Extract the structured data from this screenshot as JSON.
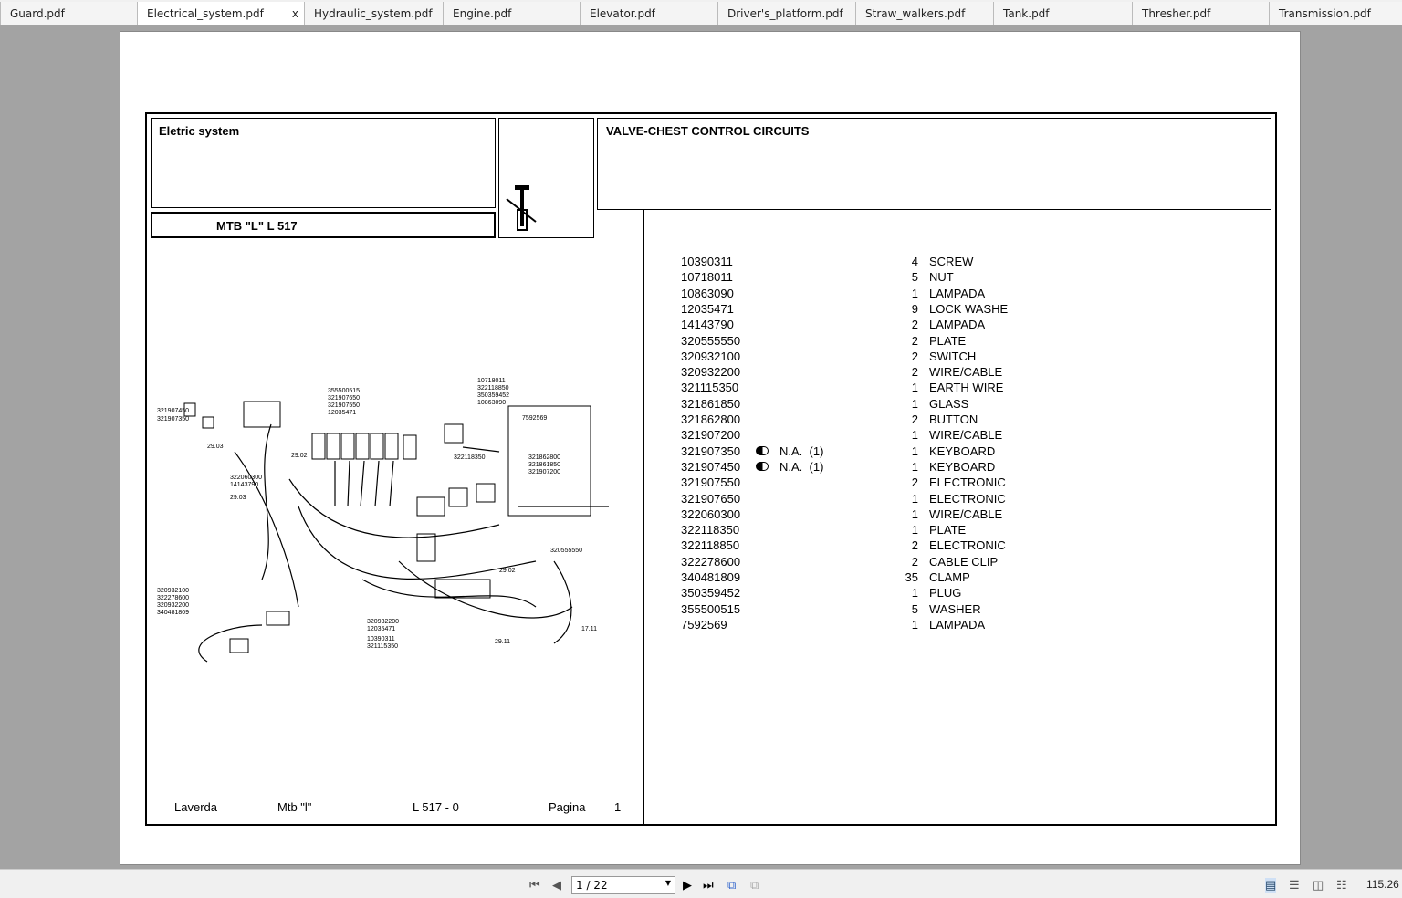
{
  "tabs": [
    "Guard.pdf",
    "Electrical_system.pdf",
    "Hydraulic_system.pdf",
    "Engine.pdf",
    "Elevator.pdf",
    "Driver's_platform.pdf",
    "Straw_walkers.pdf",
    "Tank.pdf",
    "Thresher.pdf",
    "Transmission.pdf"
  ],
  "active_tab_close": "x",
  "header": {
    "section": "Eletric system",
    "model": "MTB \"L\" L 517",
    "title": "VALVE-CHEST CONTROL CIRCUITS"
  },
  "parts": [
    {
      "code": "10390311",
      "qty": "4",
      "desc": "SCREW"
    },
    {
      "code": "10718011",
      "qty": "5",
      "desc": "NUT"
    },
    {
      "code": "10863090",
      "qty": "1",
      "desc": "LAMPADA"
    },
    {
      "code": "12035471",
      "qty": "9",
      "desc": "LOCK WASHE"
    },
    {
      "code": "14143790",
      "qty": "2",
      "desc": "LAMPADA"
    },
    {
      "code": "320555550",
      "qty": "2",
      "desc": "PLATE"
    },
    {
      "code": "320932100",
      "qty": "2",
      "desc": "SWITCH"
    },
    {
      "code": "320932200",
      "qty": "2",
      "desc": "WIRE/CABLE"
    },
    {
      "code": "321115350",
      "qty": "1",
      "desc": "EARTH WIRE"
    },
    {
      "code": "321861850",
      "qty": "1",
      "desc": "GLASS"
    },
    {
      "code": "321862800",
      "qty": "2",
      "desc": "BUTTON"
    },
    {
      "code": "321907200",
      "qty": "1",
      "desc": "WIRE/CABLE"
    },
    {
      "code": "321907350",
      "qty": "1",
      "desc": "KEYBOARD",
      "note": "N.A.  (1)"
    },
    {
      "code": "321907450",
      "qty": "1",
      "desc": "KEYBOARD",
      "note": "N.A.  (1)"
    },
    {
      "code": "321907550",
      "qty": "2",
      "desc": "ELECTRONIC"
    },
    {
      "code": "321907650",
      "qty": "1",
      "desc": "ELECTRONIC"
    },
    {
      "code": "322060300",
      "qty": "1",
      "desc": "WIRE/CABLE"
    },
    {
      "code": "322118350",
      "qty": "1",
      "desc": "PLATE"
    },
    {
      "code": "322118850",
      "qty": "2",
      "desc": "ELECTRONIC"
    },
    {
      "code": "322278600",
      "qty": "2",
      "desc": "CABLE CLIP"
    },
    {
      "code": "340481809",
      "qty": "35",
      "desc": "CLAMP"
    },
    {
      "code": "350359452",
      "qty": "1",
      "desc": "PLUG"
    },
    {
      "code": "355500515",
      "qty": "5",
      "desc": "WASHER"
    },
    {
      "code": "7592569",
      "qty": "1",
      "desc": "LAMPADA"
    }
  ],
  "diagram_labels": [
    "321907450",
    "321907350",
    "355500515",
    "321907650",
    "321907550",
    "12035471",
    "10718011",
    "322118850",
    "350359452",
    "10863090",
    "7592569",
    "322118350",
    "321862800",
    "321861850",
    "321907200",
    "322060300",
    "14143790",
    "320555550",
    "320932100",
    "322278600",
    "320932200",
    "340481809",
    "320932200",
    "12035471",
    "10390311",
    "321115350",
    "17.11",
    "29.03",
    "29.02",
    "29.03",
    "29.02",
    "29.11"
  ],
  "footer": {
    "brand": "Laverda",
    "model": "Mtb \"l\"",
    "code": "L 517 - 0",
    "page_label": "Pagina",
    "page": "1"
  },
  "toolbar": {
    "page_value": "1 / 22",
    "zoom": "115.26"
  }
}
